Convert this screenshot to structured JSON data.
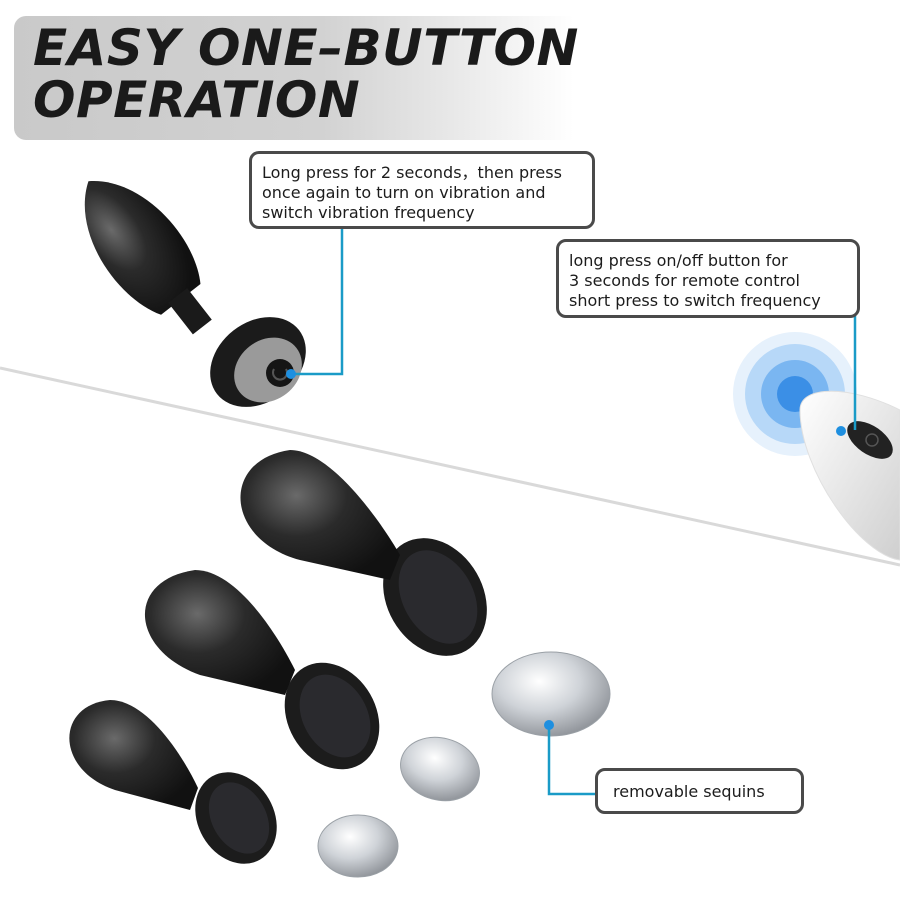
{
  "header": {
    "title_line1": "EASY ONE–BUTTON",
    "title_line2": "OPERATION"
  },
  "callouts": {
    "device_button": {
      "lines": [
        "Long press for 2 seconds，then press",
        "once again to turn on vibration and",
        "switch vibration frequency"
      ]
    },
    "remote_button": {
      "lines": [
        "long press on/off button for",
        "3 seconds for remote control",
        "short press to switch frequency"
      ]
    },
    "sequins": {
      "lines": [
        "removable sequins"
      ]
    }
  },
  "colors": {
    "connector": "#1a9bc7",
    "dot": "#1e8fe0",
    "callout_border": "#4a4a4a",
    "product": "#1e1e1e",
    "signal_rings": [
      "#d6e9fb",
      "#a9d0f7",
      "#6db0f0",
      "#3b92e8"
    ]
  },
  "items": {
    "sizes": [
      "small",
      "medium",
      "large"
    ],
    "sequin_count": 3
  }
}
